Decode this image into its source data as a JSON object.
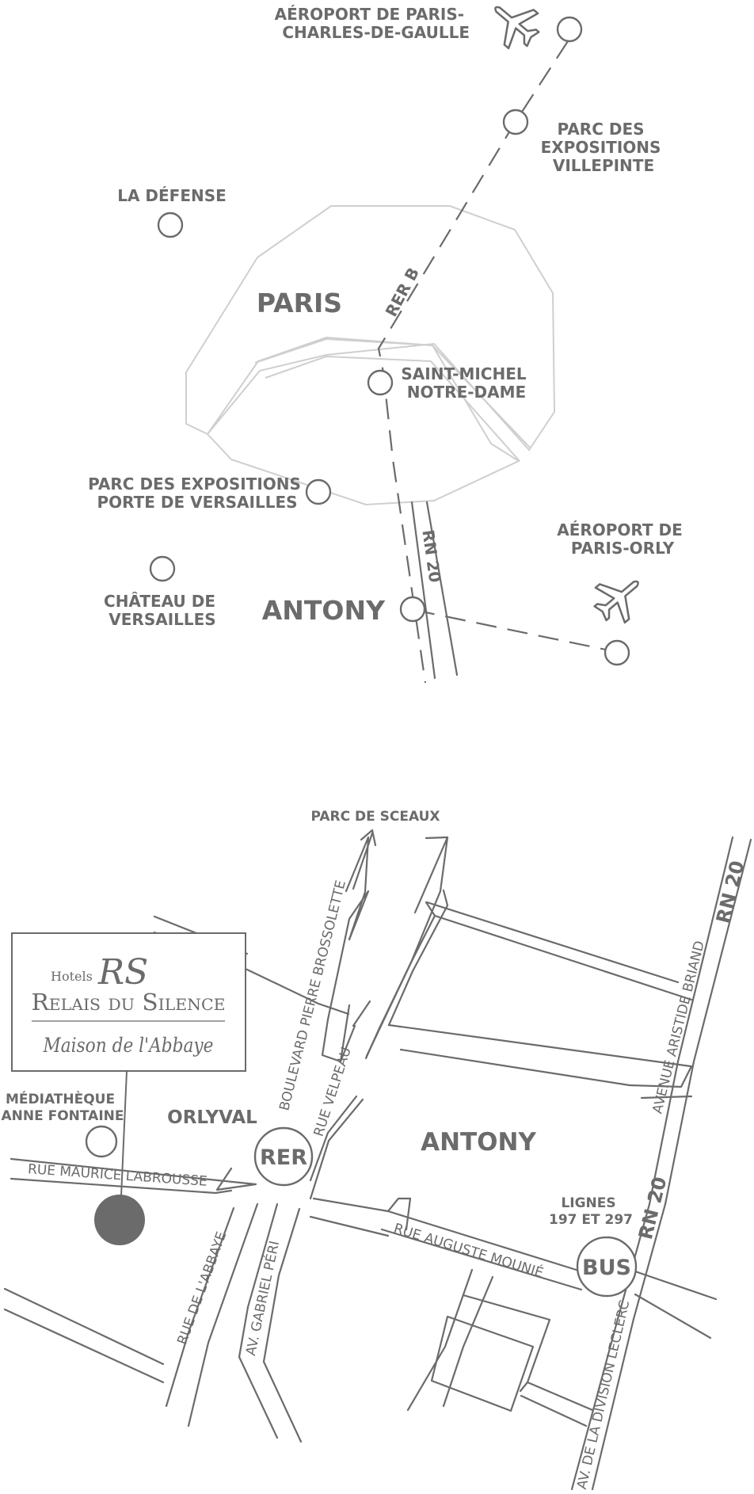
{
  "overview_map": {
    "cdg_airport": [
      "AÉROPORT DE PARIS-",
      "CHARLES-DE-GAULLE"
    ],
    "villepinte": [
      "PARC DES",
      "EXPOSITIONS",
      "VILLEPINTE"
    ],
    "la_defense": "LA DÉFENSE",
    "paris": "PARIS",
    "rer_b": "RER B",
    "saint_michel": [
      "SAINT-MICHEL",
      "NOTRE-DAME"
    ],
    "versailles_expo": [
      "PARC DES EXPOSITIONS",
      "PORTE DE VERSAILLES"
    ],
    "orly_airport": [
      "AÉROPORT DE",
      "PARIS-ORLY"
    ],
    "rn20": "RN 20",
    "chateau": [
      "CHÂTEAU DE",
      "VERSAILLES"
    ],
    "antony": "ANTONY"
  },
  "detail_map": {
    "parc_de_sceaux": "PARC DE SCEAUX",
    "hotel_logo": {
      "brand_prefix": "Hotels",
      "monogram": "RS",
      "brand_name": "Relais du Silence",
      "property": "Maison de l'Abbaye"
    },
    "mediatheque": [
      "MÉDIATHÈQUE",
      "ANNE FONTAINE"
    ],
    "orlyval": "ORLYVAL",
    "rer": "RER",
    "bus": "BUS",
    "antony": "ANTONY",
    "bus_lines": [
      "LIGNES",
      "197 ET 297"
    ],
    "streets": {
      "brossolette": "BOULEVARD PIERRE BROSSOLETTE",
      "velpeau": "RUE VELPEAU",
      "labrousse": "RUE MAURICE LABROUSSE",
      "abbaye": "RUE DE L'ABBAYE",
      "peri": "AV. GABRIEL PÉRI",
      "mounie": "RUE AUGUSTE MOUNIÉ",
      "leclerc": "AV. DE LA DIVISION LECLERC",
      "briand": "AVENUE ARISTIDE BRIAND",
      "rn20_a": "RN 20",
      "rn20_b": "RN 20"
    }
  },
  "colors": {
    "ink": "#6b6b6b",
    "outline": "#cfcfcf",
    "hotel_marker": "#6b6b6b"
  },
  "icons": [
    "airplane-icon",
    "airplane-icon",
    "station-marker",
    "hotel-marker"
  ]
}
